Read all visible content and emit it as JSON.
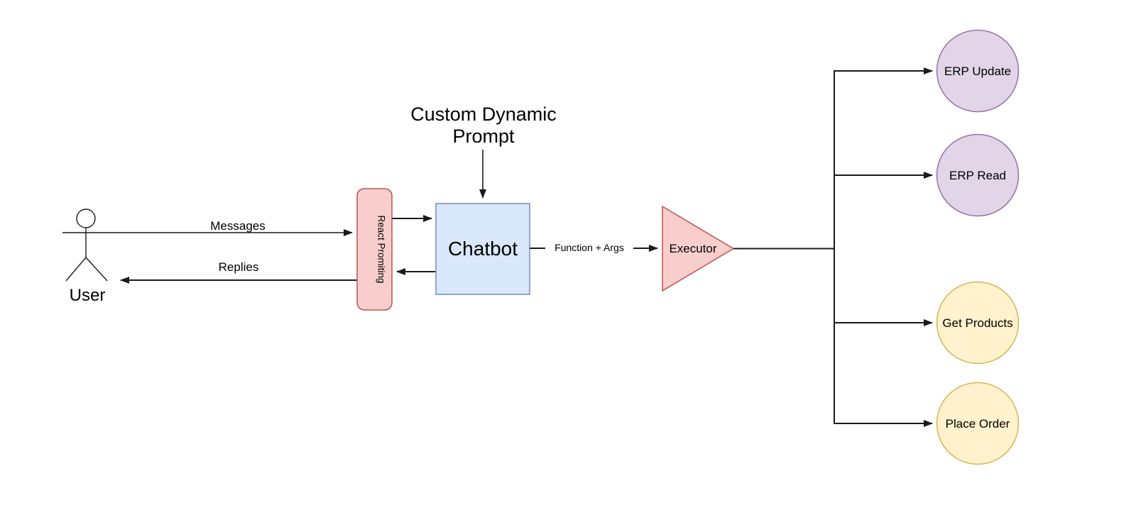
{
  "colors": {
    "background": "#ffffff",
    "line": "#1a1a1a",
    "text": "#000000",
    "red_fill": "#f8cecc",
    "red_stroke": "#b85450",
    "blue_fill": "#dae8fc",
    "blue_stroke": "#6c8ebf",
    "purple_fill": "#e1d5e7",
    "purple_stroke": "#9673a6",
    "yellow_fill": "#fff2cc",
    "yellow_stroke": "#d6b656",
    "label_knockout": "#ffffff"
  },
  "actor": {
    "label": "User"
  },
  "prompt_note": {
    "line1": "Custom Dynamic",
    "line2": "Prompt"
  },
  "edges": {
    "messages": "Messages",
    "replies": "Replies",
    "function_args": "Function + Args"
  },
  "nodes": {
    "react_prompting": {
      "label": "React Promiting"
    },
    "chatbot": {
      "label": "Chatbot"
    },
    "executor": {
      "label": "Executor"
    },
    "tools": [
      {
        "label": "ERP Update",
        "theme": "purple"
      },
      {
        "label": "ERP Read",
        "theme": "purple"
      },
      {
        "label": "Get Products",
        "theme": "yellow"
      },
      {
        "label": "Place Order",
        "theme": "yellow"
      }
    ]
  }
}
